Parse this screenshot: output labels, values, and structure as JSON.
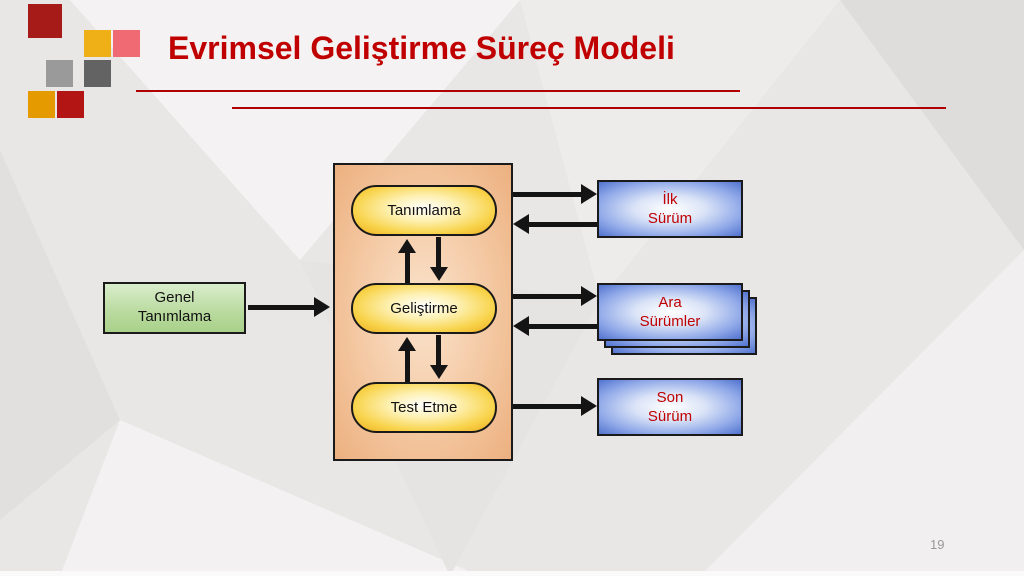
{
  "slide": {
    "title": "Evrimsel Geliştirme Süreç Modeli",
    "page_number": "19"
  },
  "diagram": {
    "input_box": {
      "lines": [
        "Genel",
        "Tanımlama"
      ]
    },
    "container_stages": [
      {
        "label": "Tanımlama"
      },
      {
        "label": "Geliştirme"
      },
      {
        "label": "Test Etme"
      }
    ],
    "outputs": [
      {
        "lines": [
          "İlk",
          "Sürüm"
        ]
      },
      {
        "lines": [
          "Ara",
          "Sürümler"
        ]
      },
      {
        "lines": [
          "Son",
          "Sürüm"
        ]
      }
    ]
  },
  "colors": {
    "title_red": "#C00000",
    "rule_red": "#B00000",
    "input_green": "#B9DA9E",
    "container_peach": "#F4C8A2",
    "stage_gold": "#F0B52A",
    "output_blue": "#5273CF",
    "output_text_red": "#C00000",
    "page_number_gray": "#999999"
  }
}
